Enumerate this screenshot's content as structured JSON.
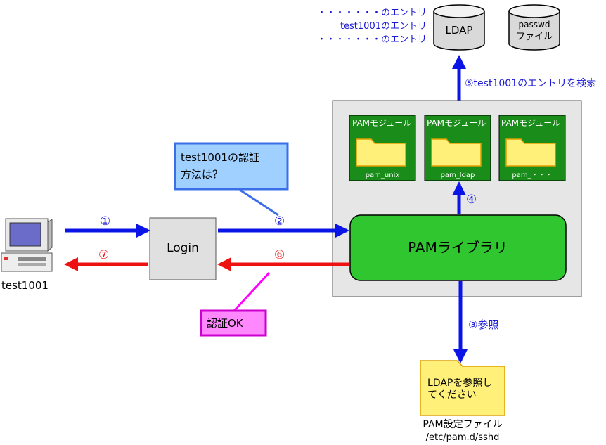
{
  "entries": {
    "line1": "・・・・・・・のエントリ",
    "line2": "test1001のエントリ",
    "line3": "・・・・・・・のエントリ"
  },
  "ldap": {
    "label": "LDAP"
  },
  "passwd": {
    "line1": "passwd",
    "line2": "ファイル"
  },
  "step5": "⑤test1001のエントリを検索",
  "modules": {
    "title": "PAMモジュール",
    "unix": "pam_unix",
    "ldap": "pam_ldap",
    "other": "pam_・・・"
  },
  "step4": "④",
  "callout_question": {
    "line1": "test1001の認証",
    "line2": "方法は？"
  },
  "step1": "①",
  "step2": "②",
  "step6": "⑥",
  "step7": "⑦",
  "login": "Login",
  "pam_library": "PAMライブラリ",
  "client": "test1001",
  "callout_ok": "認証OK",
  "step3": "③参照",
  "config_file": {
    "line1": "LDAPを参照し",
    "line2": "てください",
    "caption1": "PAM設定ファイル",
    "caption2": "/etc/pam.d/sshd"
  },
  "colors": {
    "blue_arrow": "#0a14e6",
    "red_arrow": "#ee1111",
    "pam_green": "#2fc62f",
    "module_green": "#1a8c1a",
    "folder_yellow": "#fff07a",
    "callout_blue": "#9fd0ff",
    "callout_pink": "#ff88ff",
    "panel_gray": "#e6e6e6"
  }
}
